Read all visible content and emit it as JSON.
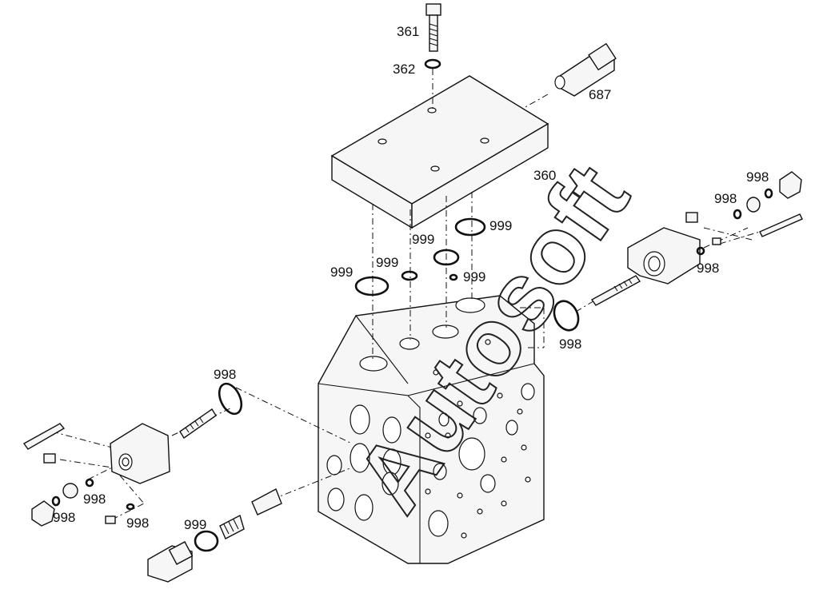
{
  "diagram": {
    "watermark": "Autosoft",
    "callouts": {
      "c361": "361",
      "c362": "362",
      "c687": "687",
      "c360": "360",
      "c999_a": "999",
      "c999_b": "999",
      "c999_c": "999",
      "c999_d": "999",
      "c999_e": "999",
      "c999_f": "999",
      "c998_a": "998",
      "c998_b": "998",
      "c998_c": "998",
      "c998_d": "998",
      "c998_e": "998",
      "c998_f": "998",
      "c998_g": "998",
      "c998_h": "998"
    }
  }
}
